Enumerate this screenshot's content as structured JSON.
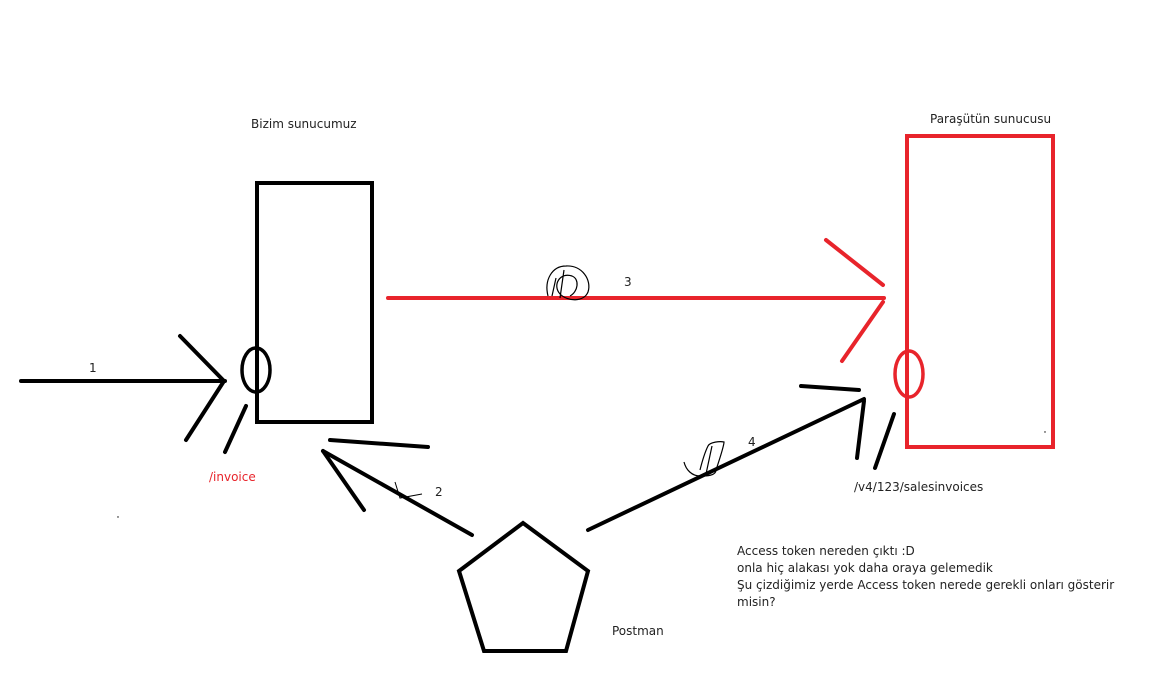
{
  "colors": {
    "ink": "#000000",
    "red": "#e8242b",
    "text": "#222222"
  },
  "labels": {
    "our_server": "Bizim sunucumuz",
    "parasut_server": "Paraşütün sunucusu",
    "invoice_endpoint": "/invoice",
    "sales_endpoint": "/v4/123/salesinvoices",
    "postman": "Postman",
    "step1": "1",
    "step2": "2",
    "step3": "3",
    "step4": "4"
  },
  "note": {
    "lines": [
      "Access token nereden çıktı :D",
      "onla hiç alakası yok daha oraya gelemedik",
      "Şu çizdiğimiz yerde Access token nerede gerekli onları gösterir",
      "misin?"
    ]
  }
}
